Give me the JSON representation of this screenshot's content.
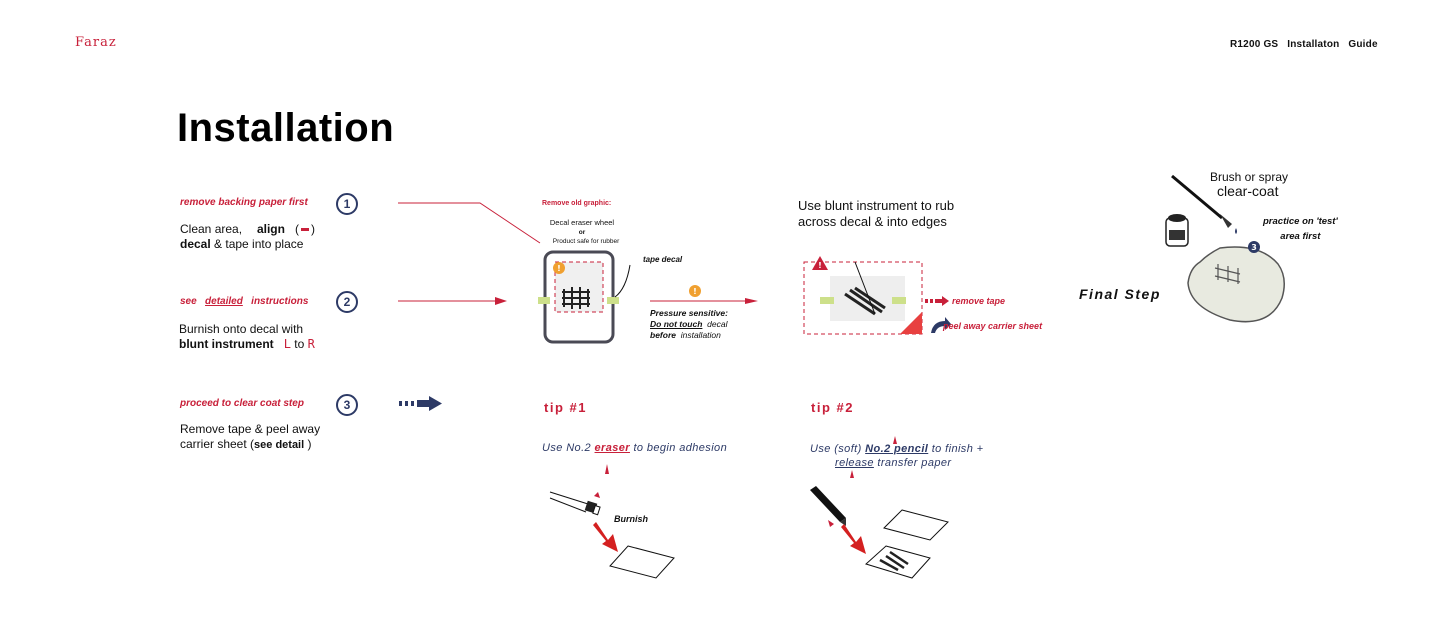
{
  "header": {
    "brand": "Faraz",
    "model": "R1200 GS",
    "guide_label": "Installaton",
    "guide_word": "Guide"
  },
  "page_title": "Installation",
  "steps": [
    {
      "number": "1",
      "heading": "remove backing paper first",
      "line1_a": "Clean  area,",
      "line1_b": "align",
      "line1_c": "(",
      "line1_d": ")",
      "line2_a": "decal",
      "line2_b": "&  tape  into  place"
    },
    {
      "number": "2",
      "heading_a": "see",
      "heading_b": "detailed",
      "heading_c": "instructions",
      "line1": "Burnish  onto  decal  with",
      "line2_a": "blunt  instrument",
      "line2_b": "L",
      "line2_c": "to",
      "line2_d": "R"
    },
    {
      "number": "3",
      "heading": "proceed to clear coat step",
      "line1": "Remove tape & peel away",
      "line2_a": "carrier sheet  (",
      "line2_b": "see detail",
      "line2_c": ")"
    }
  ],
  "diagram_a": {
    "remove_old": "Remove  old  graphic:",
    "eraser_wheel": "Decal eraser wheel",
    "or": "or",
    "product_safe": "Product  safe  for  rubber",
    "tape_decal": "tape decal",
    "pressure_title": "Pressure sensitive:",
    "do_not_touch": "Do not touch",
    "decal_word": "decal",
    "before": "before",
    "installation": "installation"
  },
  "diagram_b": {
    "rub_line1": "Use blunt instrument to rub",
    "rub_line2": "across  decal  &  into  edges",
    "remove_tape": "remove tape",
    "peel_away": "peel away carrier sheet"
  },
  "tip1": {
    "label": "tip  #1",
    "text_a": "Use No.2",
    "text_b": "eraser",
    "text_c": "to begin adhesion",
    "burnish": "Burnish"
  },
  "tip2": {
    "label": "tip  #2",
    "text_a": "Use (soft)",
    "text_b": "No.2 pencil",
    "text_c": "to finish +",
    "text_d": "release",
    "text_e": "transfer paper"
  },
  "final": {
    "brush": "Brush  or spray",
    "clear_coat": "clear-coat",
    "practice_1": "practice on 'test'",
    "practice_2": "area first",
    "final_step": "Final  Step",
    "badge": "3"
  },
  "colors": {
    "accent_red": "#c8203a",
    "navy": "#2d3a66",
    "tape_green": "#cde08a",
    "warning_orange": "#f0a030"
  }
}
